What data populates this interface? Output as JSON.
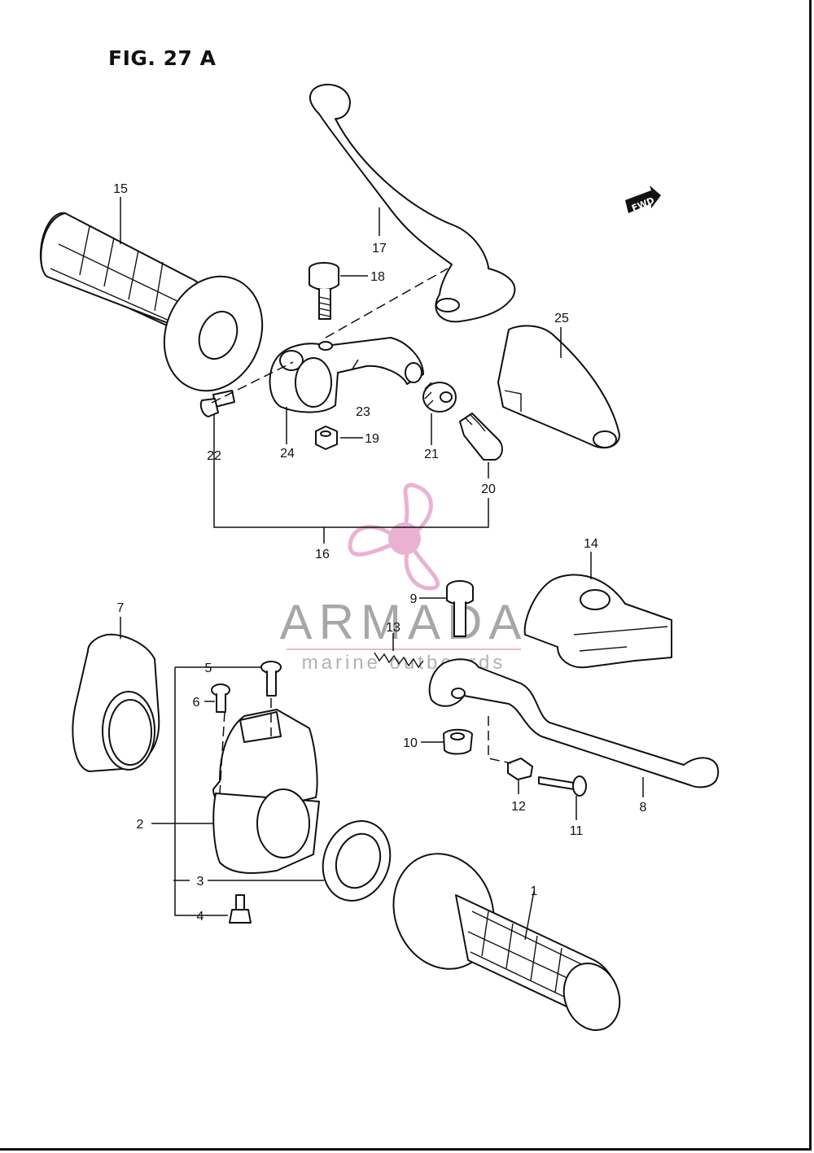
{
  "figure": {
    "title": "FIG. 27 A"
  },
  "direction_indicator": {
    "text": "FWD"
  },
  "watermark": {
    "brand": "ARMADA",
    "subtitle": "marine outboards",
    "color": "#e8a4cc"
  },
  "callouts": [
    "1",
    "2",
    "3",
    "4",
    "5",
    "6",
    "7",
    "8",
    "9",
    "10",
    "11",
    "12",
    "13",
    "14",
    "15",
    "16",
    "17",
    "18",
    "19",
    "20",
    "21",
    "22",
    "23",
    "24",
    "25"
  ]
}
